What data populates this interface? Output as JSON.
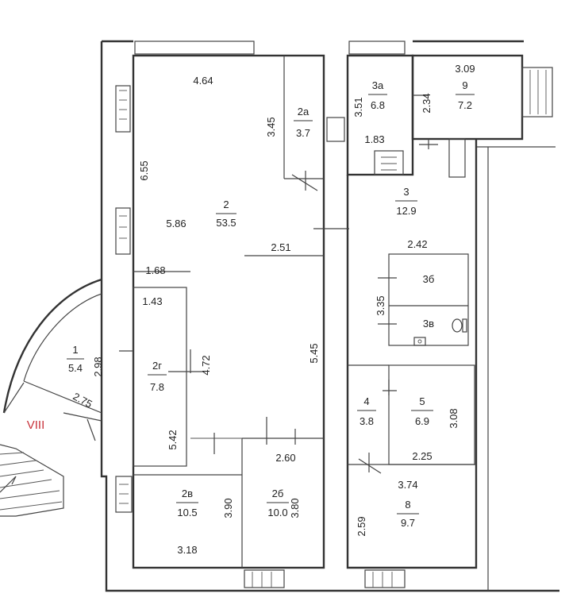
{
  "section_label": "VIII",
  "rooms": [
    {
      "id": "r1",
      "number": "1",
      "area": "5.4"
    },
    {
      "id": "r2",
      "number": "2",
      "area": "53.5"
    },
    {
      "id": "r2a",
      "number": "2a",
      "area": "3.7"
    },
    {
      "id": "r2g",
      "number": "2г",
      "area": "7.8"
    },
    {
      "id": "r2v",
      "number": "2в",
      "area": "10.5"
    },
    {
      "id": "r2b",
      "number": "2б",
      "area": "10.0"
    },
    {
      "id": "r3",
      "number": "3",
      "area": "12.9"
    },
    {
      "id": "r3a",
      "number": "3a",
      "area": "6.8"
    },
    {
      "id": "r3b",
      "number": "3б",
      "area": ""
    },
    {
      "id": "r3v",
      "number": "3в",
      "area": ""
    },
    {
      "id": "r4",
      "number": "4",
      "area": "3.8"
    },
    {
      "id": "r5",
      "number": "5",
      "area": "6.9"
    },
    {
      "id": "r8",
      "number": "8",
      "area": "9.7"
    },
    {
      "id": "r9",
      "number": "9",
      "area": "7.2"
    }
  ],
  "dimensions": [
    "4.64",
    "6.55",
    "5.86",
    "3.45",
    "2.51",
    "1.68",
    "1.43",
    "4.72",
    "5.45",
    "2.98",
    "2.75",
    "5.42",
    "2.60",
    "3.90",
    "3.80",
    "3.18",
    "3.51",
    "1.83",
    "2.34",
    "3.09",
    "2.42",
    "3.35",
    "3.08",
    "2.25",
    "3.74",
    "2.59"
  ]
}
